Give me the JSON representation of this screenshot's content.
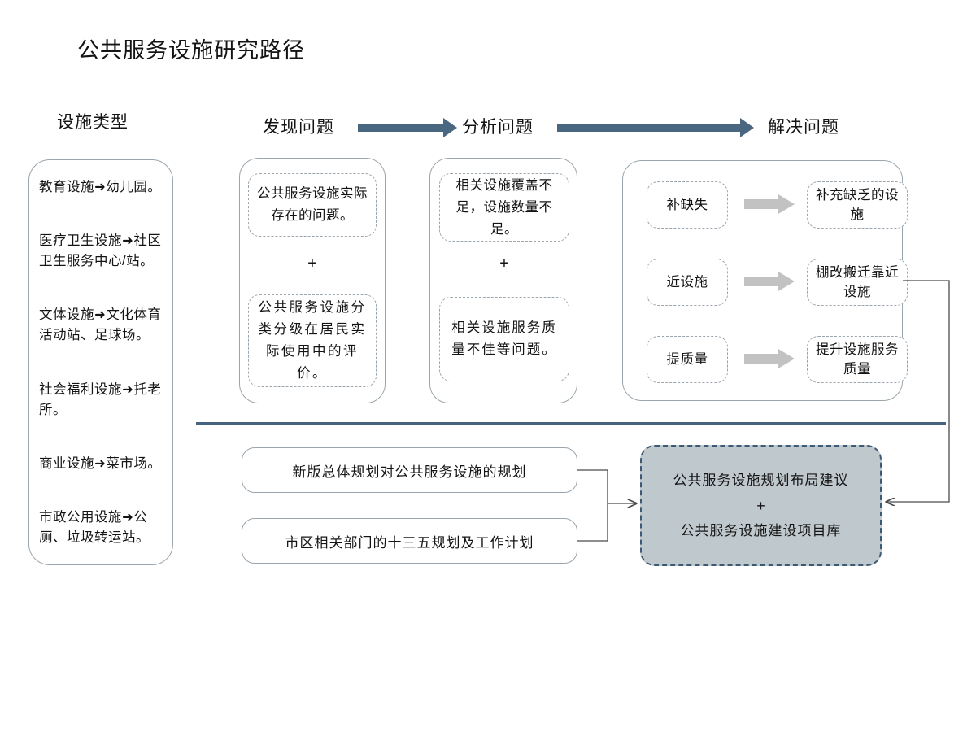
{
  "page": {
    "title": "公共服务设施研究路径"
  },
  "headers": {
    "sidebar": "设施类型",
    "find": "发现问题",
    "analyze": "分析问题",
    "solve": "解决问题",
    "arrow_find_to_analyze": "right-block-arrow",
    "arrow_analyze_to_solve": "right-block-arrow"
  },
  "sidebar": {
    "items": [
      "教育设施➜幼儿园。",
      "医疗卫生设施➜社区卫生服务中心/站。",
      "文体设施➜文化体育活动站、足球场。",
      "社会福利设施➜托老所。",
      "商业设施➜菜市场。",
      "市政公用设施➜公厕、垃圾转运站。"
    ]
  },
  "find_stage": {
    "card_1": "公共服务设施实际存在的问题。",
    "separator": "+",
    "card_2": "公共服务设施分类分级在居民实际使用中的评价。"
  },
  "analyze_stage": {
    "card_1": "相关设施覆盖不足，设施数量不足。",
    "separator": "+",
    "card_2": "相关设施服务质量不佳等问题。"
  },
  "solve_stage": {
    "rows": [
      {
        "left": "补缺失",
        "right": "补充缺乏的设施",
        "arrow": "gray-right-arrow"
      },
      {
        "left": "近设施",
        "right": "棚改搬迁靠近设施",
        "arrow": "gray-right-arrow"
      },
      {
        "left": "提质量",
        "right": "提升设施服务质量",
        "arrow": "gray-right-arrow"
      }
    ]
  },
  "bottom": {
    "plan_boxes": [
      "新版总体规划对公共服务设施的规划",
      "市区相关部门的十三五规划及工作计划"
    ],
    "result": {
      "line_1": "公共服务设施规划布局建议",
      "separator": "+",
      "line_2": "公共服务设施建设项目库"
    }
  },
  "colors": {
    "accent_steel_blue": "#46637f",
    "header_arrow": "#4a6782",
    "box_border": "#9aa5ad",
    "result_fill": "#bfc8cc",
    "result_border": "#3d5a75",
    "solve_arrow": "#c2c2c2",
    "connector_line": "#4a4a4a"
  }
}
